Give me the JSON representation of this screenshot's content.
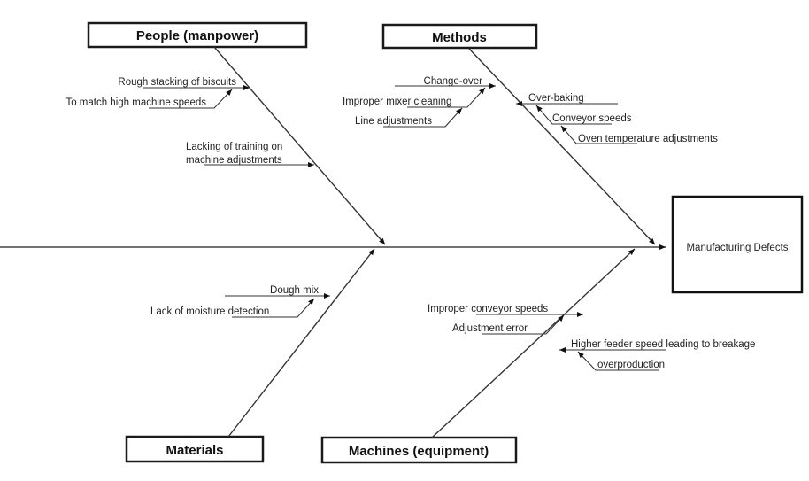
{
  "diagram": {
    "type": "fishbone",
    "effect": "Manufacturing Defects",
    "categories": [
      {
        "name": "People (manpower)",
        "causes": [
          {
            "text": "Rough stacking of biscuits",
            "sub": [
              "To match high machine speeds"
            ]
          },
          {
            "text": "Lacking of training on",
            "text2": "machine adjustments",
            "sub": []
          }
        ]
      },
      {
        "name": "Methods",
        "causes": [
          {
            "text": "Change-over",
            "sub": [
              "Improper mixer cleaning",
              "Line adjustments"
            ]
          },
          {
            "text": "Over-baking",
            "sub": [
              "Conveyor speeds",
              "Oven temperature adjustments"
            ]
          }
        ]
      },
      {
        "name": "Materials",
        "causes": [
          {
            "text": "Dough mix",
            "sub": [
              "Lack of moisture detection"
            ]
          }
        ]
      },
      {
        "name": "Machines (equipment)",
        "causes": [
          {
            "text": "Improper conveyor speeds",
            "sub": [
              "Adjustment error"
            ]
          },
          {
            "text": "Higher feeder speed leading to breakage",
            "sub": [
              "overproduction"
            ]
          }
        ]
      }
    ]
  }
}
